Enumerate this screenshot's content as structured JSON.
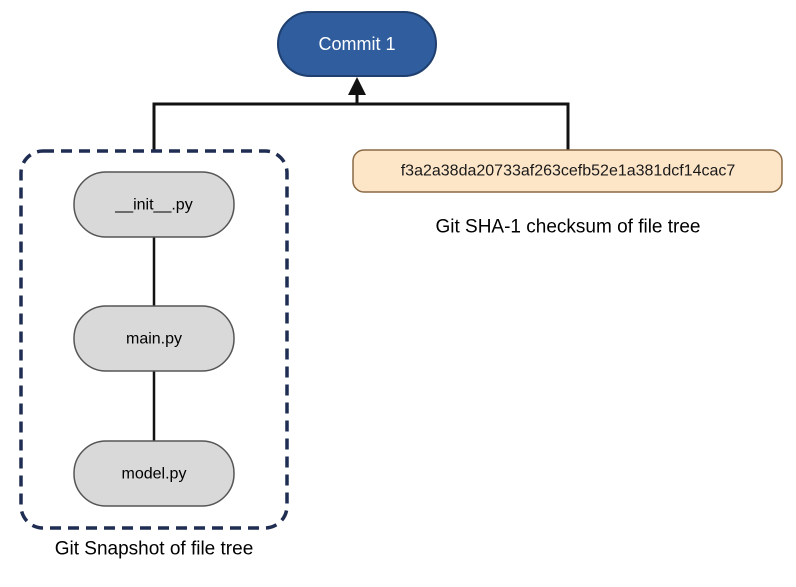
{
  "commit": {
    "label": "Commit 1"
  },
  "snapshot": {
    "files": [
      {
        "name": "__init__.py"
      },
      {
        "name": "main.py"
      },
      {
        "name": "model.py"
      }
    ],
    "caption": "Git Snapshot of file tree"
  },
  "checksum": {
    "hash": "f3a2a38da20733af263cefb52e1a381dcf14cac7",
    "caption": "Git SHA-1 checksum of file tree"
  },
  "colors": {
    "commit_fill": "#2f5d9e",
    "commit_stroke": "#1f3f6e",
    "file_fill": "#d9d9d9",
    "file_stroke": "#555555",
    "hash_fill": "#fde5c8",
    "hash_stroke": "#8a6a45",
    "group_border": "#1f2d52",
    "line": "#111111"
  }
}
